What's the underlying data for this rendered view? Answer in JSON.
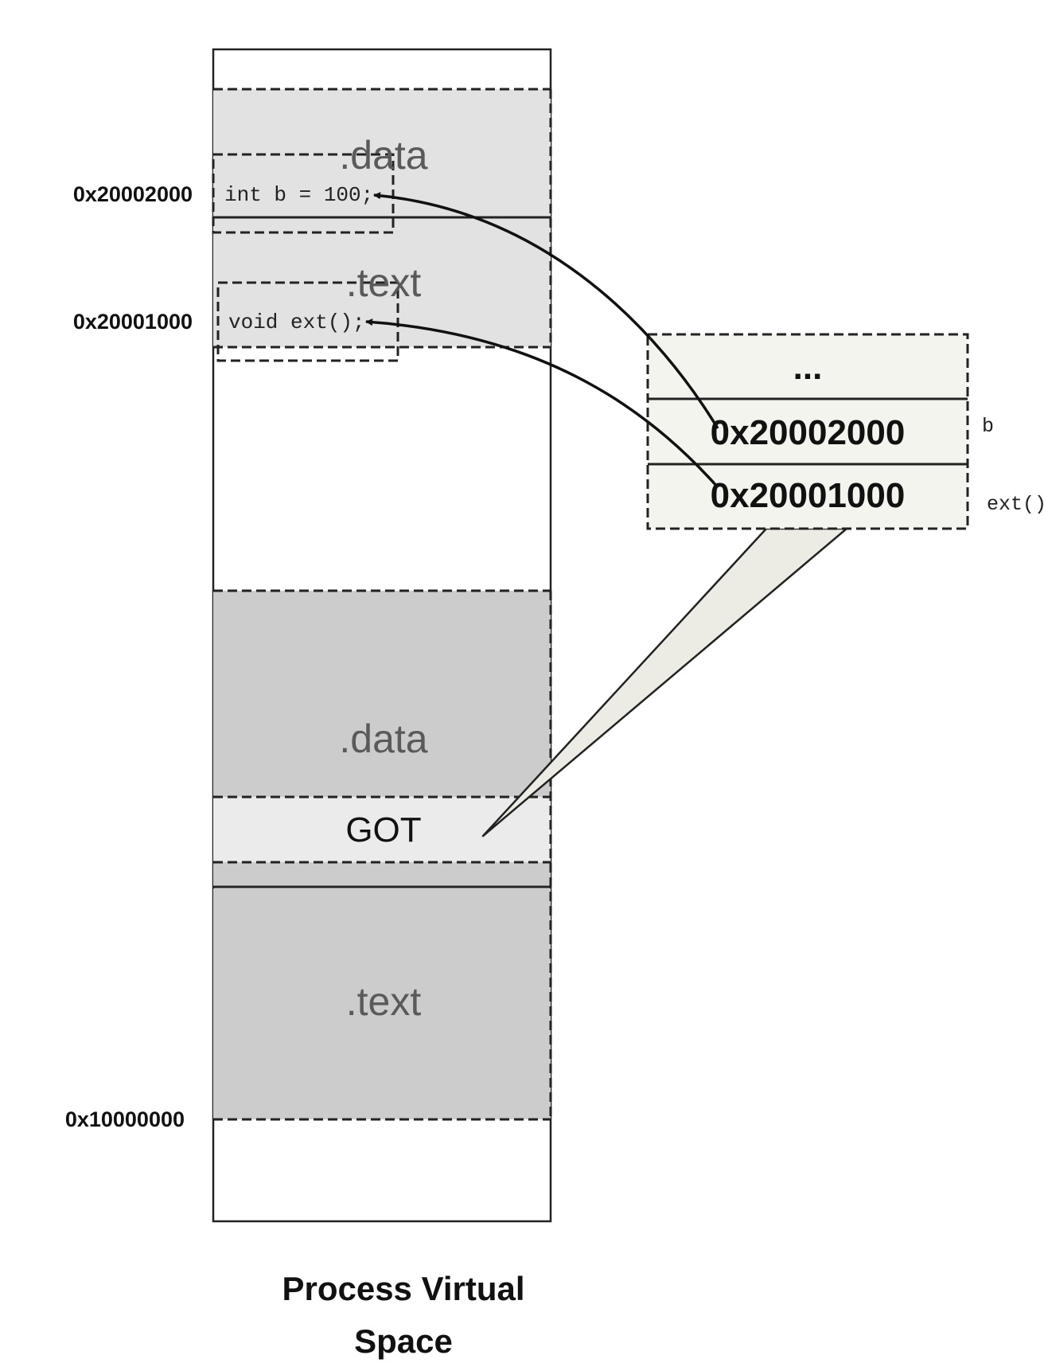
{
  "addresses": {
    "addr_data_b": "0x20002000",
    "addr_text_ext": "0x20001000",
    "addr_base": "0x10000000"
  },
  "upper_module": {
    "data_label": ".data",
    "text_label": ".text",
    "data_code": "int b = 100;",
    "text_code": "void ext();"
  },
  "lower_module": {
    "data_label": ".data",
    "got_label": "GOT",
    "text_label": ".text"
  },
  "got_table": {
    "entries": [
      "...",
      "0x20002000",
      "0x20001000"
    ],
    "side_labels": [
      "",
      "b",
      "ext()"
    ]
  },
  "caption": {
    "line1": "Process Virtual",
    "line2": "Space"
  },
  "colors": {
    "upper_fill": "#e2e2e2",
    "lower_fill": "#cccccc",
    "got_fill": "#ebebeb",
    "table_fill": "#f4f4ee",
    "callout_fill": "#ecece4"
  }
}
